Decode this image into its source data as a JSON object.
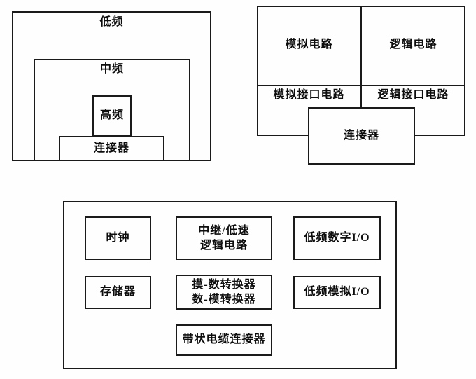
{
  "colors": {
    "line": "#1a1a1a",
    "background": "#fefefe",
    "text": "#0d0d0d"
  },
  "diagram_left": {
    "low_freq_label": "低频",
    "mid_freq_label": "中频",
    "high_freq_label": "高频",
    "connector_label": "连接器"
  },
  "diagram_right": {
    "analog_label": "模拟电路",
    "logic_label": "逻辑电路",
    "analog_interface_label": "模拟接口电路",
    "logic_interface_label": "逻辑接口电路",
    "connector_label": "连接器"
  },
  "diagram_bottom": {
    "clock_label": "时钟",
    "relay_logic_line1": "中继/低速",
    "relay_logic_line2": "逻辑电路",
    "digital_io_label": "低频数字I/O",
    "memory_label": "存储器",
    "adc_line1": "摸-数转换器",
    "adc_line2": "数-模转换器",
    "analog_io_label": "低频模拟I/O",
    "ribbon_connector_label": "带状电缆连接器"
  }
}
